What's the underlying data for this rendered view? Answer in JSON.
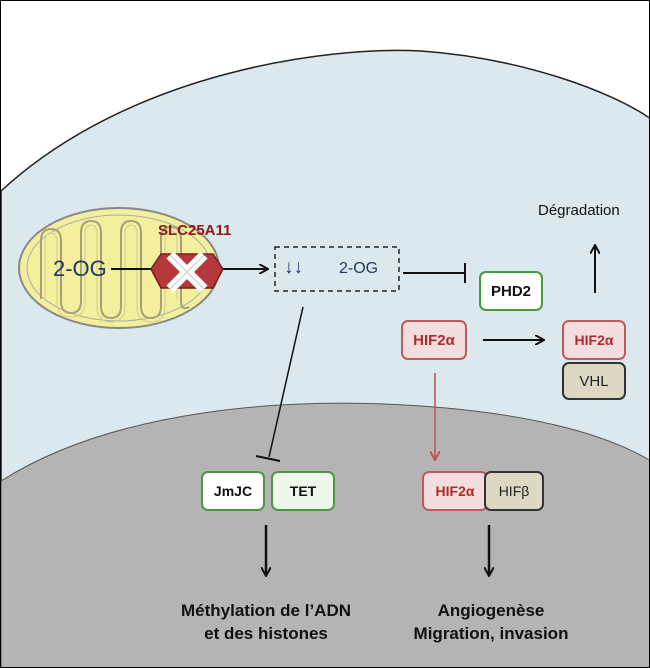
{
  "mito": {
    "molecule": "2-OG",
    "transporter": "SLC25A11"
  },
  "cytosol": {
    "down_arrows": "↓↓",
    "molecule": "2-OG"
  },
  "phd2": "PHD2",
  "degradation": "Dégradation",
  "hif_cyt": "HIF2α",
  "hif_vhl": "HIF2α",
  "vhl": "VHL",
  "nucleus": {
    "jmjc": "JmJC",
    "tet": "TET",
    "hif2a": "HIF2α",
    "hifb": "HIFβ",
    "outcome_left": [
      "Méthylation de l’ADN",
      "et des histones"
    ],
    "outcome_right": [
      "Angiogenèse",
      "Migration, invasion"
    ]
  },
  "colors": {
    "cytoplasm": "#dbe9ee",
    "nucleus": "#b4b4b4",
    "mito_fill": "#f3ef9c",
    "mito_stroke": "#888888",
    "transporter": "#b5383c",
    "green_border": "#4a9a3c",
    "red_border": "#c05a5a",
    "red_fill": "#f2dede",
    "tan_fill": "#ddd8c4",
    "dark_blue": "#1f3864",
    "red_text": "#8b1a1a"
  },
  "icons": [
    "mitochondrion-icon",
    "blocked-transporter-icon"
  ]
}
